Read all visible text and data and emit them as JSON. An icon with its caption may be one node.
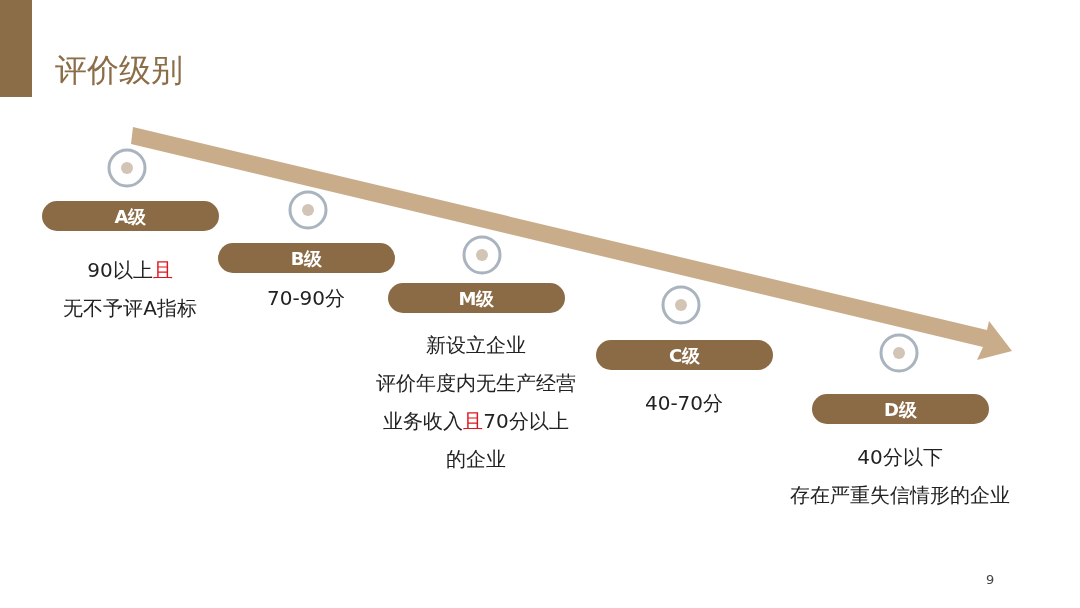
{
  "diagram": {
    "title": "评价级别",
    "nodes": [
      {
        "text": [
          "A级"
        ],
        "beside": [
          "90以上**且**",
          "无不予评A指标"
        ]
      },
      {
        "text": [
          "B级"
        ],
        "beside": [
          "70-90分"
        ]
      },
      {
        "text": [
          "M级"
        ],
        "beside": [
          "新设立企业",
          "评价年度内无生产经营",
          "业务收入**且**70分以上",
          "的企业"
        ]
      },
      {
        "text": [
          "C级"
        ],
        "beside": [
          "40-70分"
        ]
      },
      {
        "text": [
          "D级"
        ],
        "beside": [
          "40分以下",
          "存在严重失信情形的企业"
        ]
      }
    ],
    "edges": [],
    "labels": [
      "9"
    ]
  }
}
